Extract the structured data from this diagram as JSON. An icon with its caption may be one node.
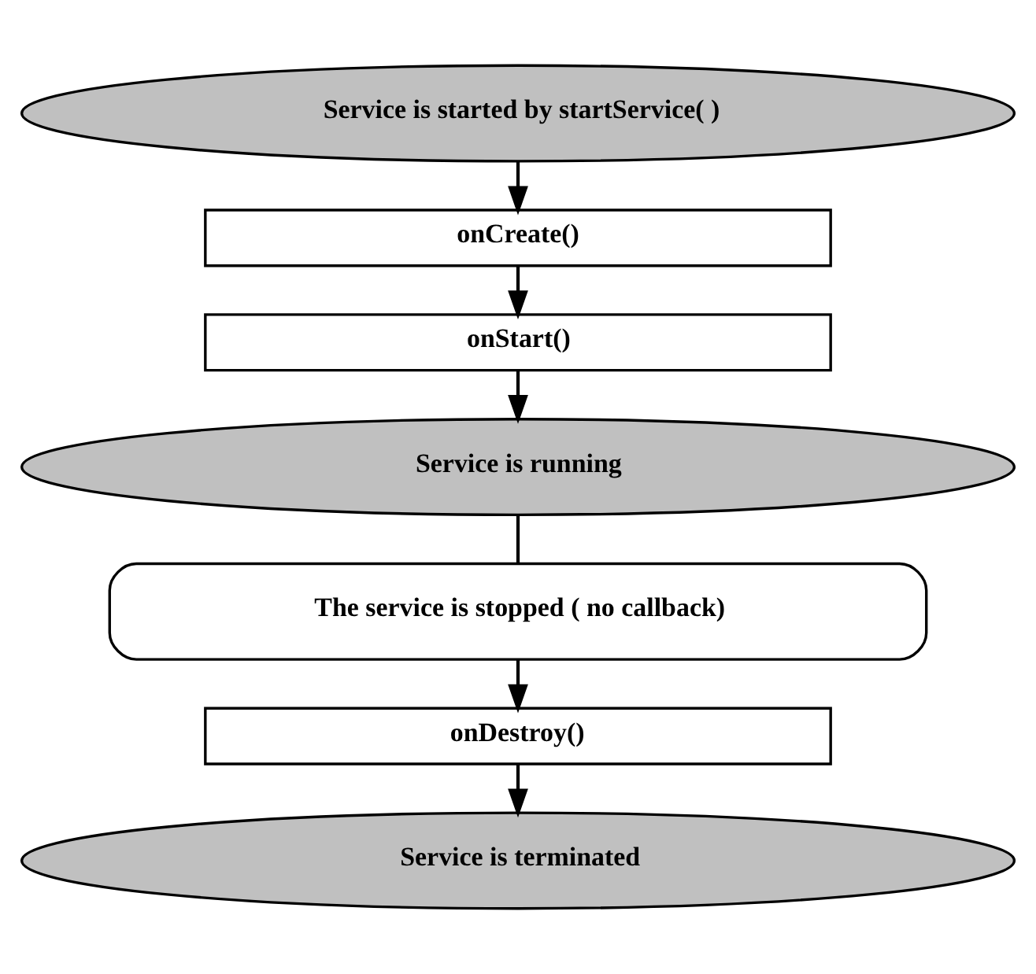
{
  "diagram": {
    "nodes": [
      {
        "text": [
          "Service is started by startService( )"
        ]
      },
      {
        "text": [
          "onCreate()"
        ]
      },
      {
        "text": [
          "onStart()"
        ]
      },
      {
        "text": [
          "Service is running"
        ]
      },
      {
        "text": [
          "The service is stopped ( no callback)"
        ]
      },
      {
        "text": [
          "onDestroy()"
        ]
      },
      {
        "text": [
          "Service is terminated"
        ]
      }
    ],
    "edges": [
      {
        "from": 0,
        "to": 1,
        "arrow": "to"
      },
      {
        "from": 1,
        "to": 2,
        "arrow": "to"
      },
      {
        "from": 2,
        "to": 3,
        "arrow": "to"
      },
      {
        "from": 3,
        "to": 4,
        "arrow": "none"
      },
      {
        "from": 4,
        "to": 5,
        "arrow": "to"
      },
      {
        "from": 5,
        "to": 6,
        "arrow": "to"
      }
    ]
  }
}
